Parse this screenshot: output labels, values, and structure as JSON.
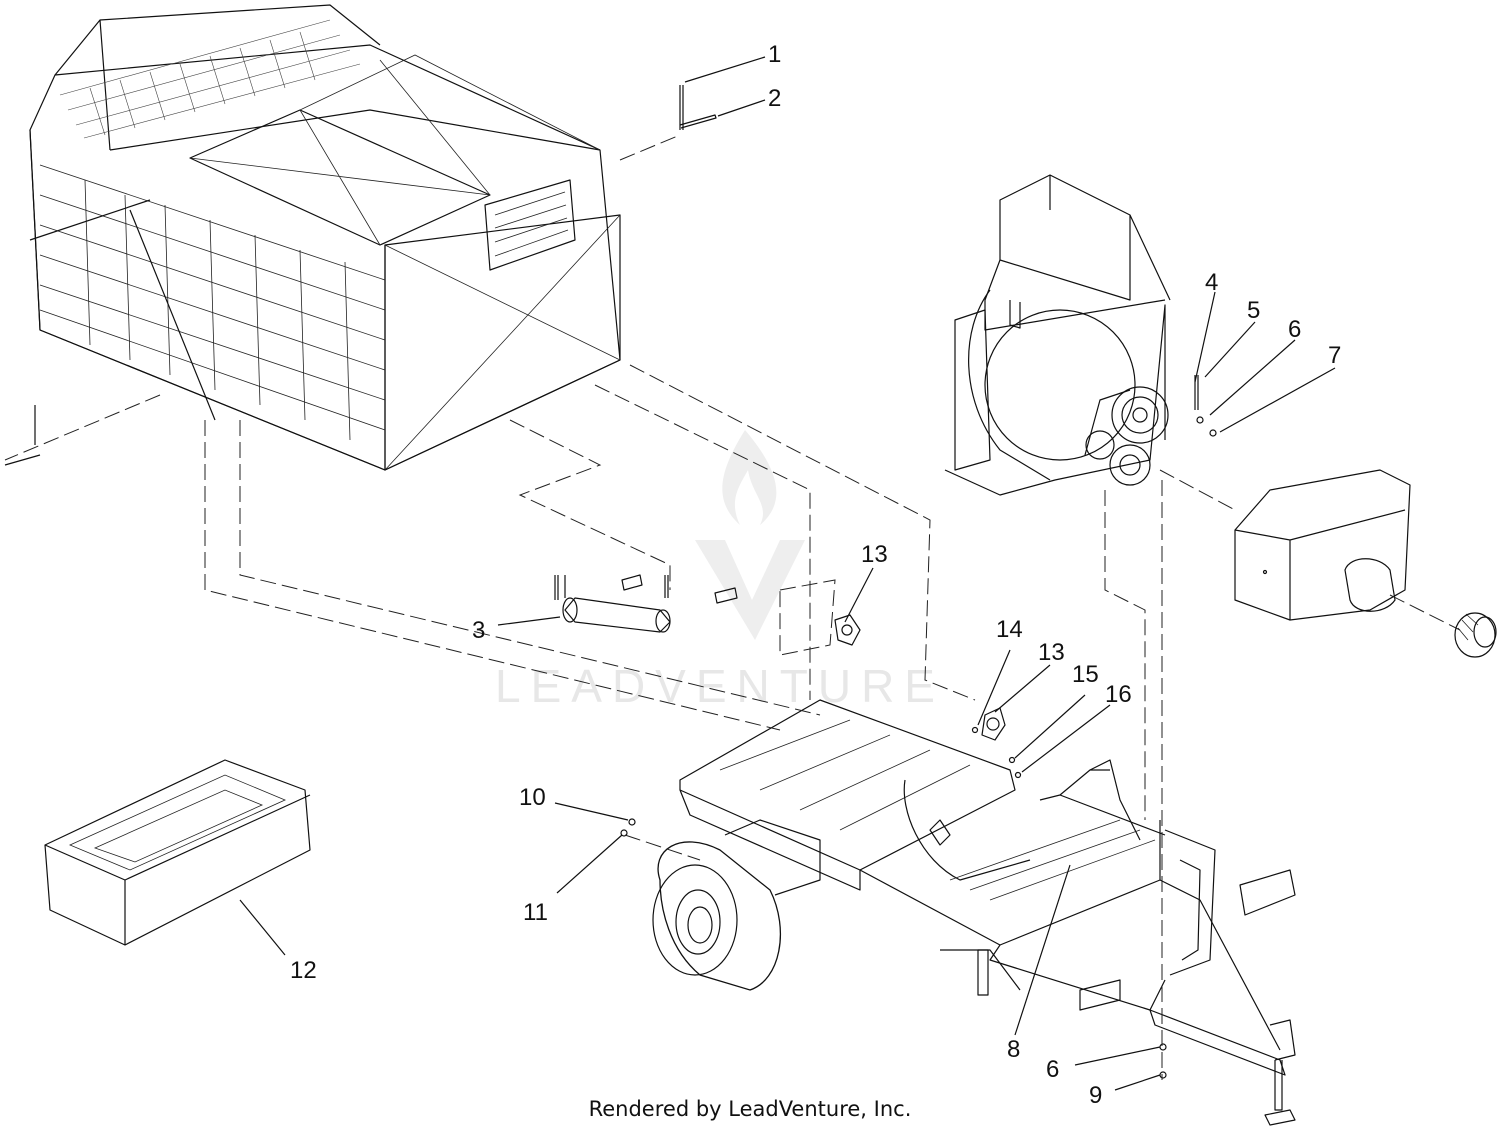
{
  "callouts": [
    {
      "id": "c1",
      "text": "1"
    },
    {
      "id": "c2",
      "text": "2"
    },
    {
      "id": "c3",
      "text": "3"
    },
    {
      "id": "c4",
      "text": "4"
    },
    {
      "id": "c5",
      "text": "5"
    },
    {
      "id": "c6a",
      "text": "6"
    },
    {
      "id": "c7",
      "text": "7"
    },
    {
      "id": "c6b",
      "text": "6"
    },
    {
      "id": "c8",
      "text": "8"
    },
    {
      "id": "c9",
      "text": "9"
    },
    {
      "id": "c10",
      "text": "10"
    },
    {
      "id": "c11",
      "text": "11"
    },
    {
      "id": "c12",
      "text": "12"
    },
    {
      "id": "c13a",
      "text": "13"
    },
    {
      "id": "c13b",
      "text": "13"
    },
    {
      "id": "c14",
      "text": "14"
    },
    {
      "id": "c15",
      "text": "15"
    },
    {
      "id": "c16",
      "text": "16"
    }
  ],
  "watermark": {
    "text": "LEADVENTURE"
  },
  "footer": {
    "text": "Rendered by LeadVenture, Inc."
  },
  "colors": {
    "line": "#111111",
    "watermark": "#e7e7e7",
    "background": "#ffffff"
  }
}
